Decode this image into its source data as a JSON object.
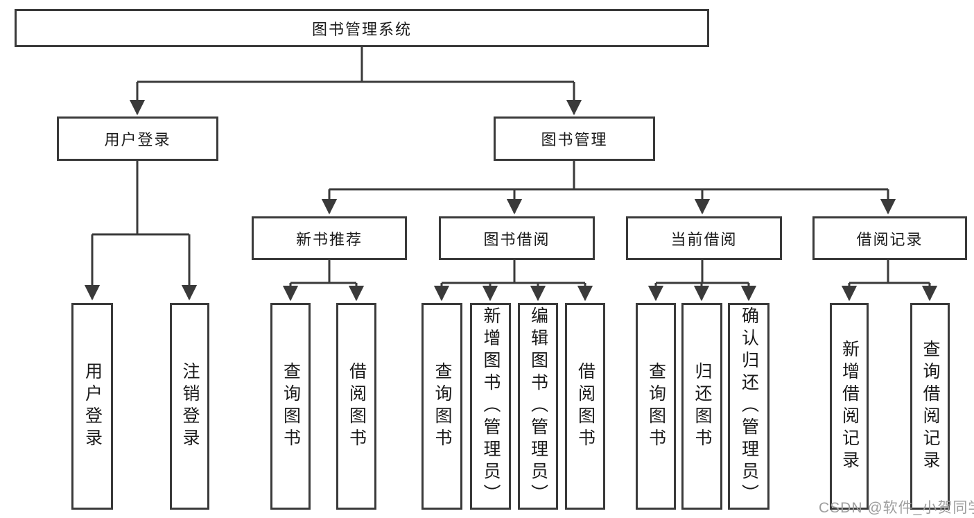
{
  "diagram": {
    "root": {
      "label": "图书管理系统"
    },
    "branches": [
      {
        "label": "用户登录",
        "children": [
          {
            "label": "用户登录"
          },
          {
            "label": "注销登录"
          }
        ]
      },
      {
        "label": "图书管理",
        "children": [
          {
            "label": "新书推荐",
            "children": [
              {
                "label": "查询图书"
              },
              {
                "label": "借阅图书"
              }
            ]
          },
          {
            "label": "图书借阅",
            "children": [
              {
                "label": "查询图书"
              },
              {
                "label": "新增图书（管理员）"
              },
              {
                "label": "编辑图书（管理员）"
              },
              {
                "label": "借阅图书"
              }
            ]
          },
          {
            "label": "当前借阅",
            "children": [
              {
                "label": "查询图书"
              },
              {
                "label": "归还图书"
              },
              {
                "label": "确认归还（管理员）"
              }
            ]
          },
          {
            "label": "借阅记录",
            "children": [
              {
                "label": "新增借阅记录"
              },
              {
                "label": "查询借阅记录"
              }
            ]
          }
        ]
      }
    ]
  },
  "watermark": {
    "text": "CSDN @软件_小贺同学"
  },
  "colors": {
    "line": "#3a3a3a",
    "box_border": "#3a3a3a",
    "text": "#1a1a1a",
    "watermark_gray": "#9e9e9e",
    "background": "#ffffff"
  }
}
